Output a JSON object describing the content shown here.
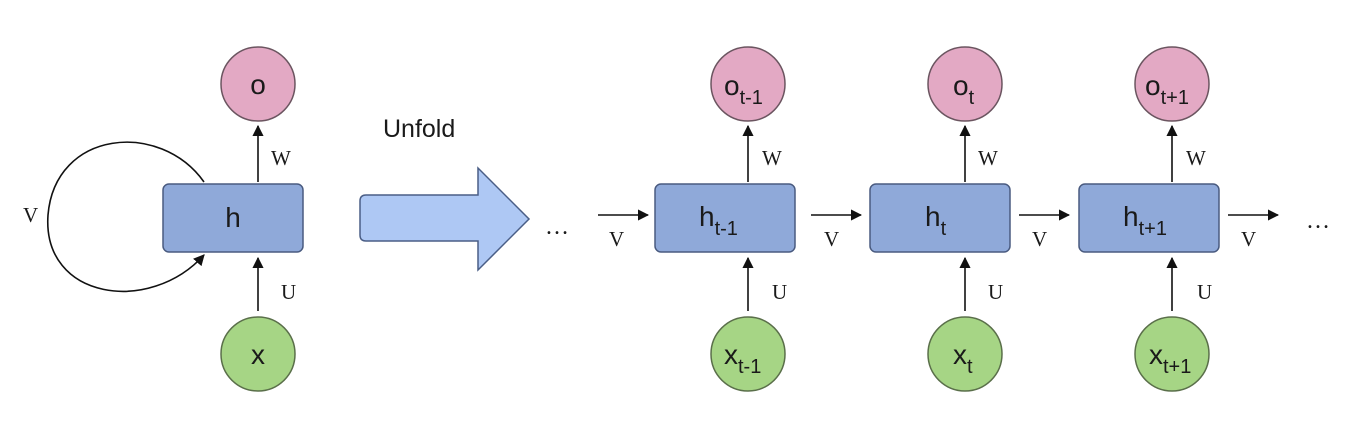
{
  "colors": {
    "output_fill": "#e3a9c4",
    "output_stroke": "#6b5560",
    "hidden_fill": "#8fa9d9",
    "hidden_stroke": "#4a5b80",
    "input_fill": "#a6d585",
    "input_stroke": "#5a6f4a",
    "arrow_fill": "#aec8f4",
    "arrow_stroke": "#4a5e86",
    "line": "#111111"
  },
  "folded": {
    "output": {
      "main": "o",
      "sub": ""
    },
    "hidden": {
      "main": "h",
      "sub": ""
    },
    "input": {
      "main": "x",
      "sub": ""
    },
    "w_label": "W",
    "u_label": "U",
    "v_label": "V"
  },
  "unfold_label": "Unfold",
  "ellipsis_left": "…",
  "ellipsis_right": "…",
  "v_label": "V",
  "steps": [
    {
      "output": {
        "main": "o",
        "sub": "t-1"
      },
      "hidden": {
        "main": "h",
        "sub": "t-1"
      },
      "input": {
        "main": "x",
        "sub": "t-1"
      },
      "w_label": "W",
      "u_label": "U"
    },
    {
      "output": {
        "main": "o",
        "sub": "t"
      },
      "hidden": {
        "main": "h",
        "sub": "t"
      },
      "input": {
        "main": "x",
        "sub": "t"
      },
      "w_label": "W",
      "u_label": "U"
    },
    {
      "output": {
        "main": "o",
        "sub": "t+1"
      },
      "hidden": {
        "main": "h",
        "sub": "t+1"
      },
      "input": {
        "main": "x",
        "sub": "t+1"
      },
      "w_label": "W",
      "u_label": "U"
    }
  ]
}
